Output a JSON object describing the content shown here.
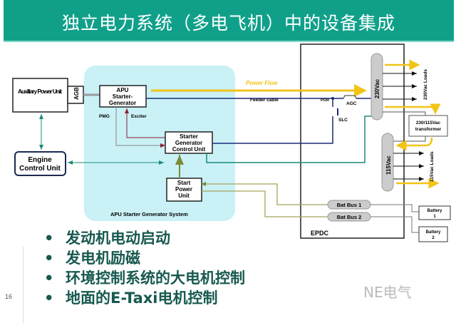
{
  "title": "独立电力系统（多电飞机）中的设备集成",
  "diagram": {
    "apu": "Auxiliary Power Unit",
    "agb": "AGB",
    "sg": [
      "APU",
      "Starter-",
      "Generator"
    ],
    "pmg": "PMG",
    "exciter": "Exciter",
    "sgcu": [
      "Starter",
      "Generator",
      "Control Unit"
    ],
    "ecu": [
      "Engine",
      "Control Unit"
    ],
    "spu": [
      "Start",
      "Power",
      "Unit"
    ],
    "system": "APU Starter Generator System",
    "power_flow": "Power Flow",
    "feeder": "Feeder cable",
    "por": "POR",
    "agc": "AGC",
    "slc": "SLC",
    "bus230": "230Vac",
    "bus115": "115Vac",
    "loads230": "230Vac Loads",
    "loads115": "115Vac Loads",
    "transformer": [
      "230/115Vac",
      "transformer"
    ],
    "batbus1": "Bat Bus 1",
    "batbus2": "Bat Bus 2",
    "battery1": [
      "Battery",
      "1"
    ],
    "battery2": [
      "Battery",
      "2"
    ],
    "epdc": "EPDC"
  },
  "bullets": [
    "发动机电动启动",
    "发电机励磁",
    "环境控制系统的大电机控制",
    "地面的E-Taxi电机控制"
  ],
  "page_number": "16",
  "watermark": "NE电气",
  "colors": {
    "banner": "#10a08a",
    "power": "#f2c418",
    "feeder": "#1c2a78",
    "teal": "#1a8a7a",
    "olive": "#a7a35a"
  }
}
